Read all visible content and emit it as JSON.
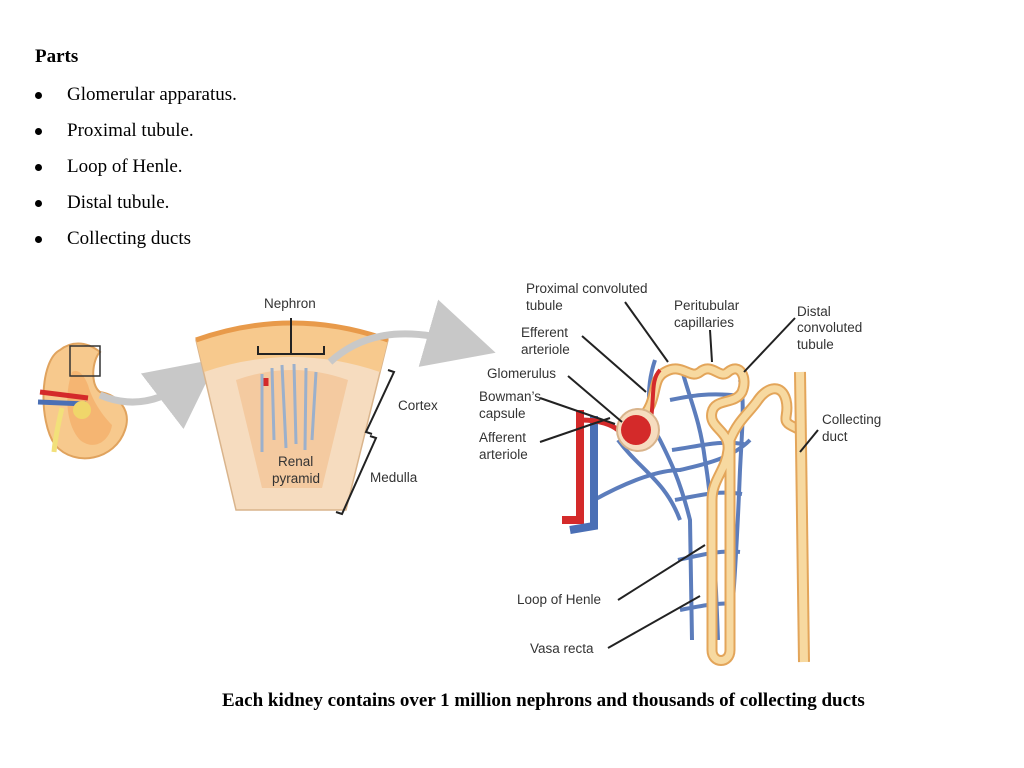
{
  "parts": {
    "title": "Parts",
    "items": [
      "Glomerular apparatus.",
      "Proximal tubule.",
      "Loop of Henle.",
      "Distal tubule.",
      "Collecting ducts"
    ]
  },
  "labels": {
    "nephron": "Nephron",
    "cortex": "Cortex",
    "renal_pyramid_1": "Renal",
    "renal_pyramid_2": "pyramid",
    "medulla": "Medulla",
    "pct_1": "Proximal convoluted",
    "pct_2": "tubule",
    "peritubular_1": "Peritubular",
    "peritubular_2": "capillaries",
    "dct_1": "Distal",
    "dct_2": "convoluted",
    "dct_3": "tubule",
    "efferent_1": "Efferent",
    "efferent_2": "arteriole",
    "glomerulus": "Glomerulus",
    "bowman_1": "Bowman’s",
    "bowman_2": "capsule",
    "afferent_1": "Afferent",
    "afferent_2": "arteriole",
    "collecting_1": "Collecting",
    "collecting_2": "duct",
    "loop_henle": "Loop of Henle",
    "vasa_recta": "Vasa recta"
  },
  "caption": "Each kidney contains over 1 million nephrons and thousands of collecting ducts",
  "colors": {
    "artery": "#d42a2a",
    "vein": "#4a6fb5",
    "tubule": "#f7d9a0",
    "tubule_edge": "#e3a55a",
    "cortex": "#f7c98d",
    "medulla": "#f6dcbf",
    "arrow": "#c8c8c8"
  }
}
